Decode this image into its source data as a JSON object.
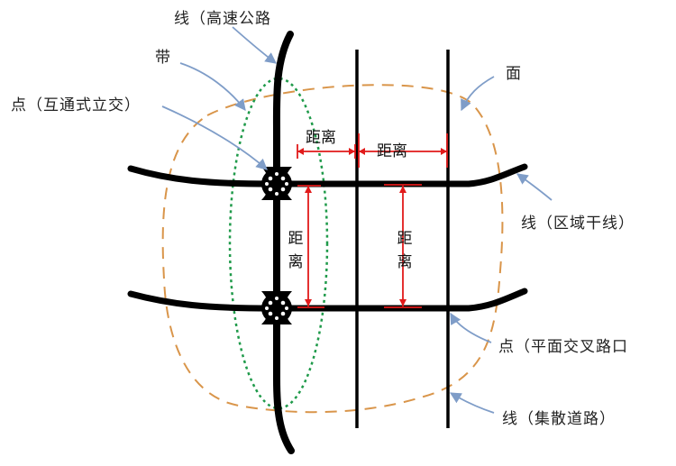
{
  "labels": {
    "expressway": "线（高速公路",
    "belt": "带",
    "interchange_point": "点（互通式立交）",
    "area": "面",
    "regional_trunk": "线（区域干线）",
    "at_grade_point": "点（平面交叉路口",
    "collector_road": "线（集散道路）",
    "distance": "距离",
    "distance_v1_top": "距",
    "distance_v1_bottom": "离",
    "distance_v2_top": "距",
    "distance_v2_bottom": "离"
  },
  "colors": {
    "road": "#000000",
    "arrow": "#7f9dc8",
    "belt_outline": "#1f9a4a",
    "area_outline": "#d9954a",
    "dimension": "#e11a1a"
  }
}
